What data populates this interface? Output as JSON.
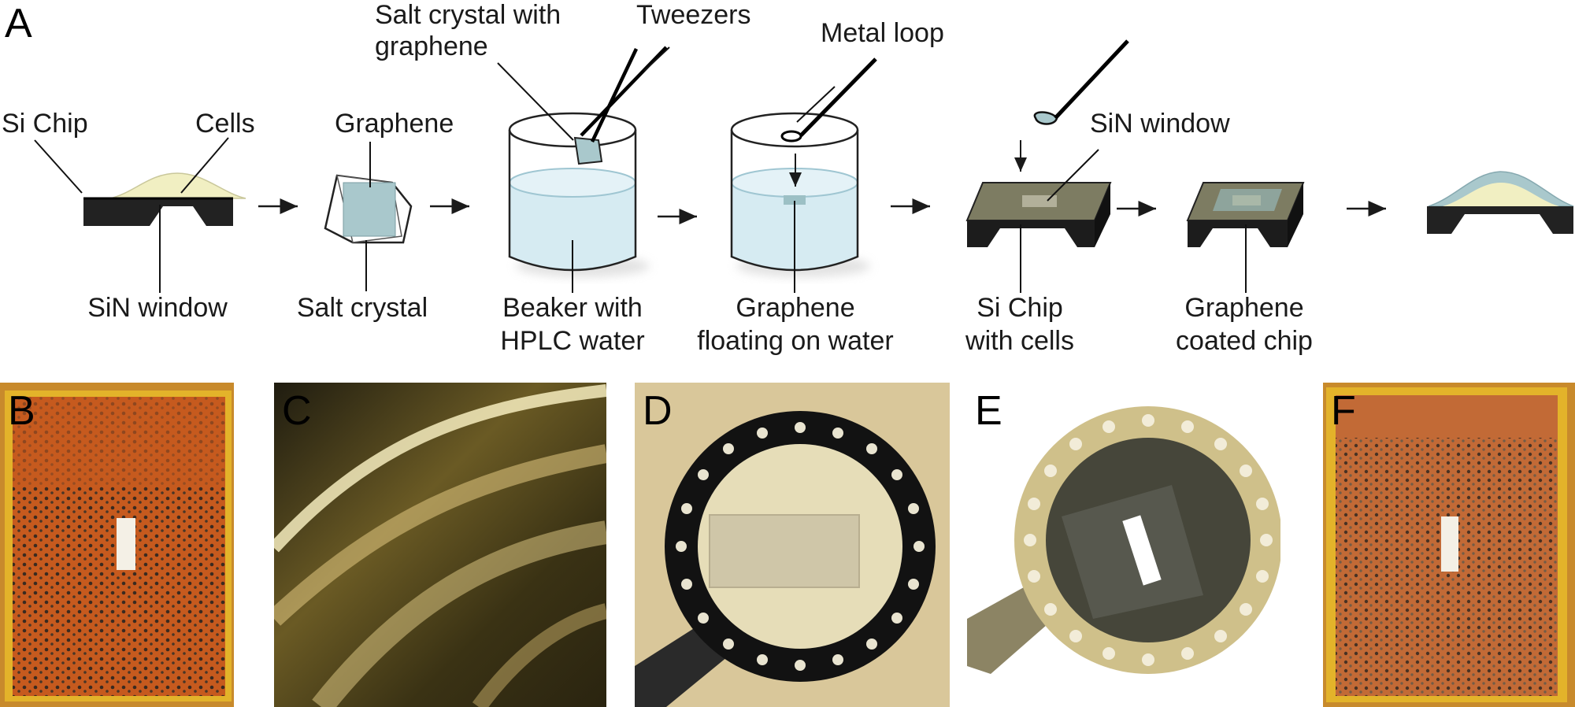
{
  "panel_a": {
    "letter": "A",
    "labels": {
      "si_chip": "Si Chip",
      "cells": "Cells",
      "sin_window_1": "SiN window",
      "graphene": "Graphene",
      "salt_crystal": "Salt crystal",
      "salt_crystal_with_graphene_l1": "Salt crystal with",
      "salt_crystal_with_graphene_l2": "graphene",
      "tweezers": "Tweezers",
      "beaker_l1": "Beaker with",
      "beaker_l2": "HPLC water",
      "metal_loop": "Metal loop",
      "graphene_floating_l1": "Graphene",
      "graphene_floating_l2": "floating on water",
      "sin_window_2": "SiN window",
      "si_chip_cells_l1": "Si Chip",
      "si_chip_cells_l2": "with cells",
      "graphene_coated_l1": "Graphene",
      "graphene_coated_l2": "coated chip"
    }
  },
  "photos": {
    "b": "B",
    "c": "C",
    "d": "D",
    "e": "E",
    "f": "F"
  },
  "colors": {
    "chip": "#222222",
    "cells": "#f1efc2",
    "graphene": "#a9c8cc",
    "water": "#d6ebf2",
    "chip_top": "#7d7c62",
    "orange": "#c85a1e"
  }
}
